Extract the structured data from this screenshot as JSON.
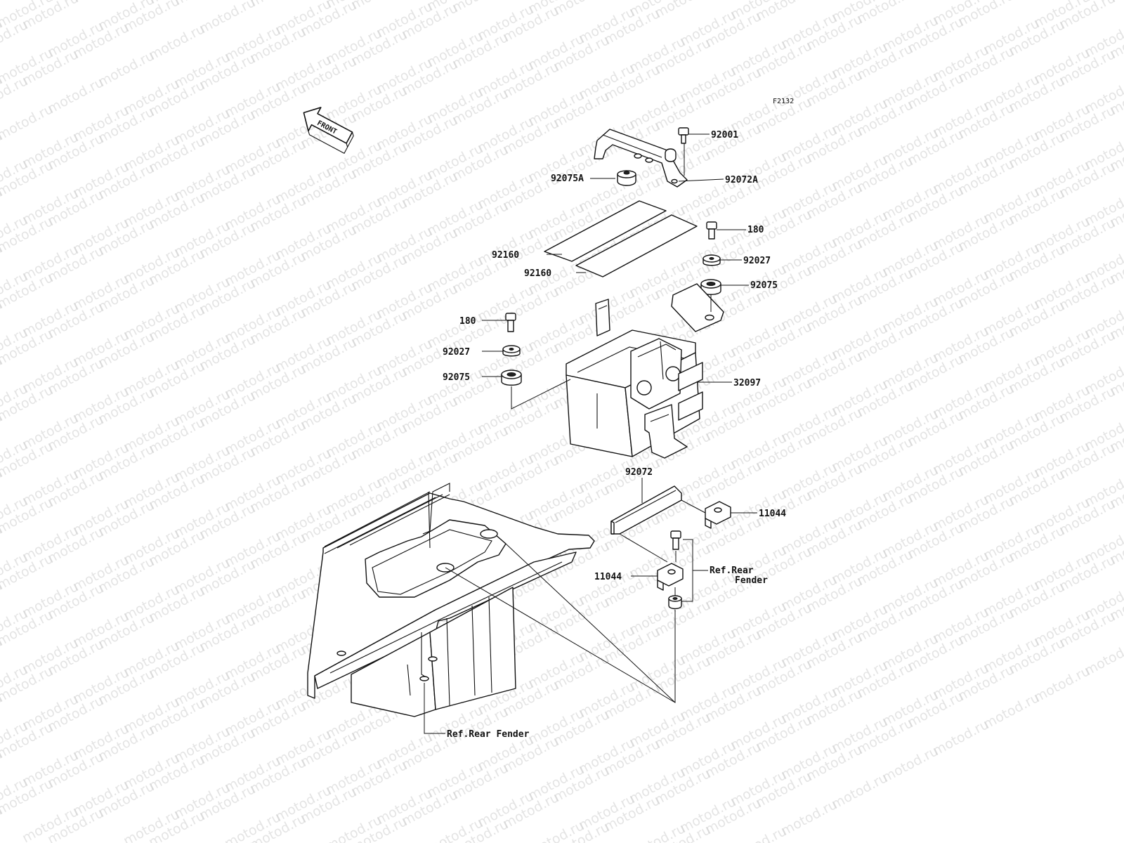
{
  "figure_code": "F2132",
  "front_label": "FRONT",
  "watermark": "motod.ru",
  "callouts": {
    "p92001": "92001",
    "p92075A": "92075A",
    "p92072A": "92072A",
    "p92160a": "92160",
    "p92160b": "92160",
    "p180r": "180",
    "p92027r": "92027",
    "p92075r": "92075",
    "p180l": "180",
    "p92027l": "92027",
    "p92075l": "92075",
    "p32097": "32097",
    "p92072": "92072",
    "p11044r": "11044",
    "p11044l": "11044",
    "ref_rear_fender_1": "Ref.Rear",
    "ref_rear_fender_2": "Fender",
    "ref_rear_fender_bottom": "Ref.Rear Fender"
  }
}
